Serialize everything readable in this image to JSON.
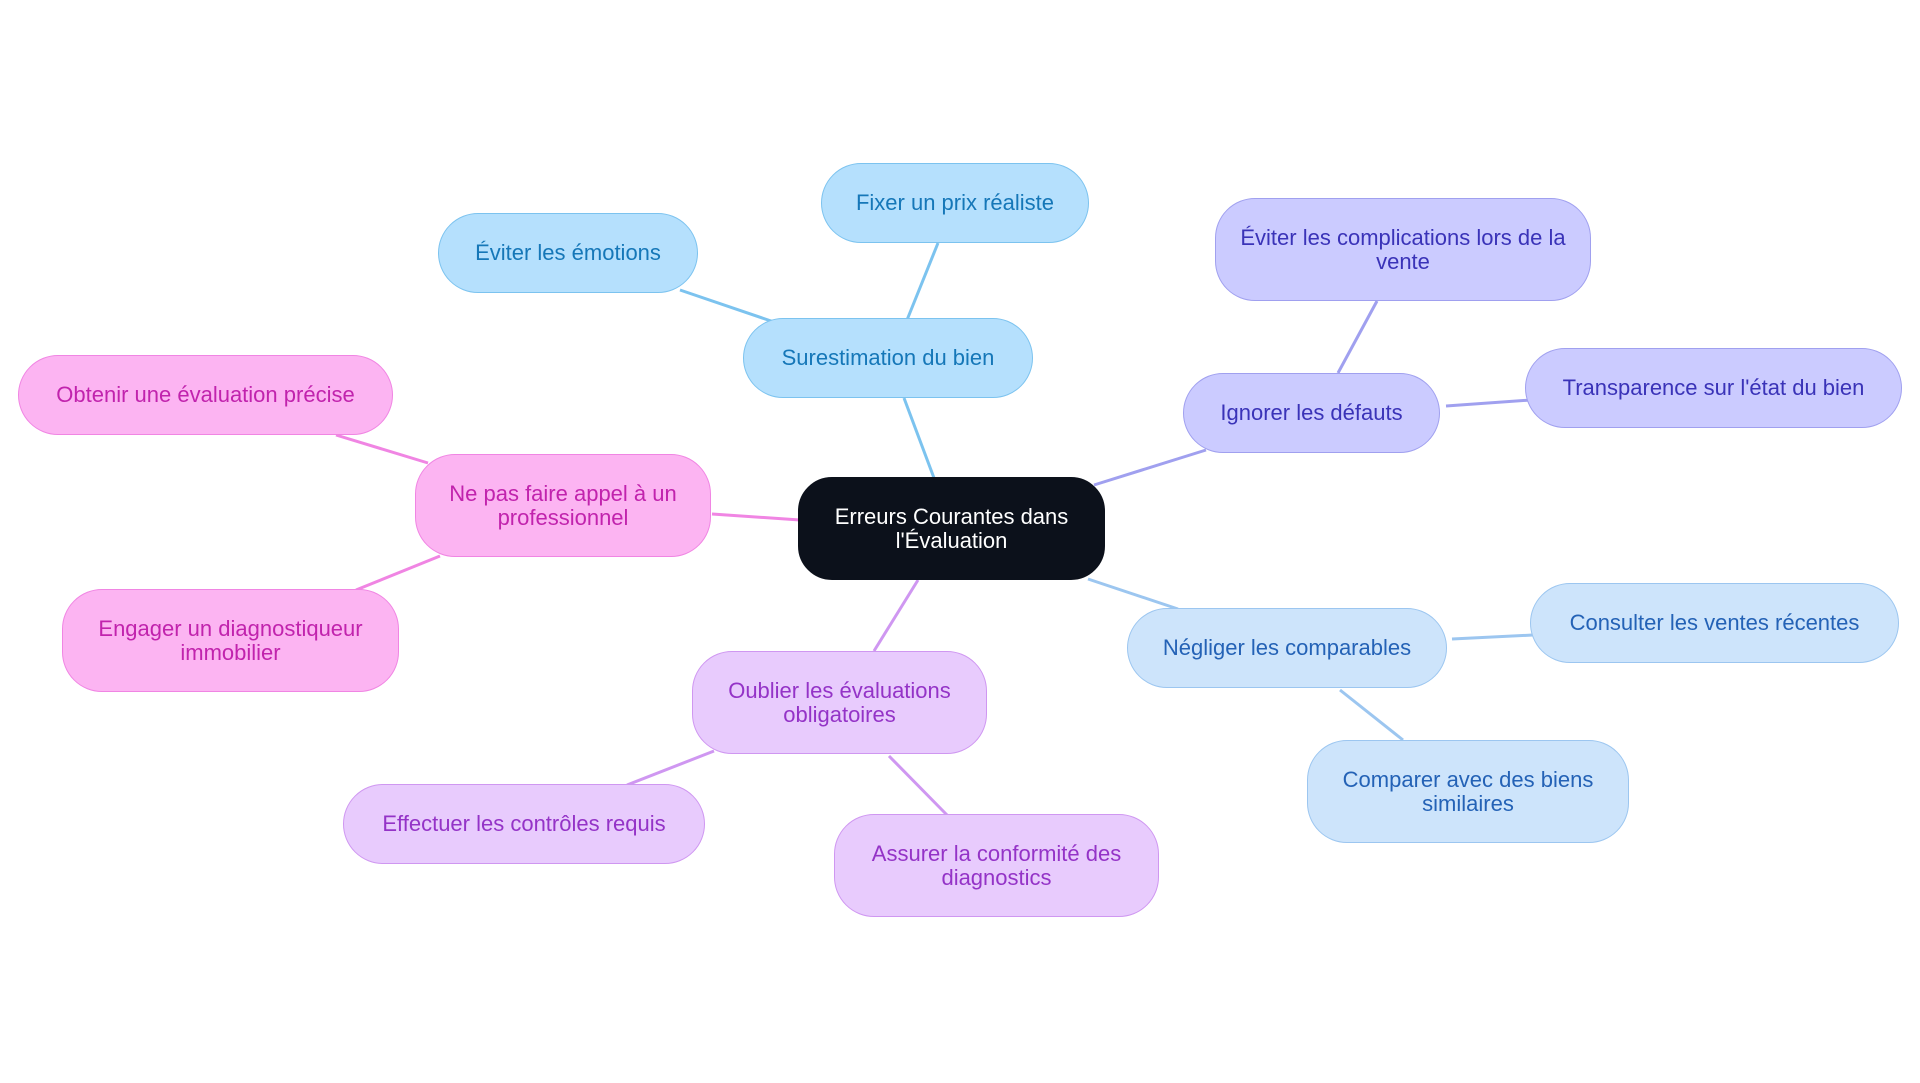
{
  "root": {
    "label": "Erreurs Courantes dans l'Évaluation"
  },
  "branches": [
    {
      "label": "Surestimation du bien",
      "color": "#7cc3ef",
      "children": [
        "Éviter les émotions",
        "Fixer un prix réaliste"
      ]
    },
    {
      "label": "Ignorer les défauts",
      "color": "#a0a0ef",
      "children": [
        "Éviter les complications lors de la vente",
        "Transparence sur l'état du bien"
      ]
    },
    {
      "label": "Négliger les comparables",
      "color": "#9cc6f0",
      "children": [
        "Consulter les ventes récentes",
        "Comparer avec des biens similaires"
      ]
    },
    {
      "label": "Oublier les évaluations obligatoires",
      "color": "#cf97f1",
      "children": [
        "Effectuer les contrôles requis",
        "Assurer la conformité des diagnostics"
      ]
    },
    {
      "label": "Ne pas faire appel à un professionnel",
      "color": "#f085e3",
      "children": [
        "Obtenir une évaluation précise",
        "Engager un diagnostiqueur immobilier"
      ]
    }
  ]
}
